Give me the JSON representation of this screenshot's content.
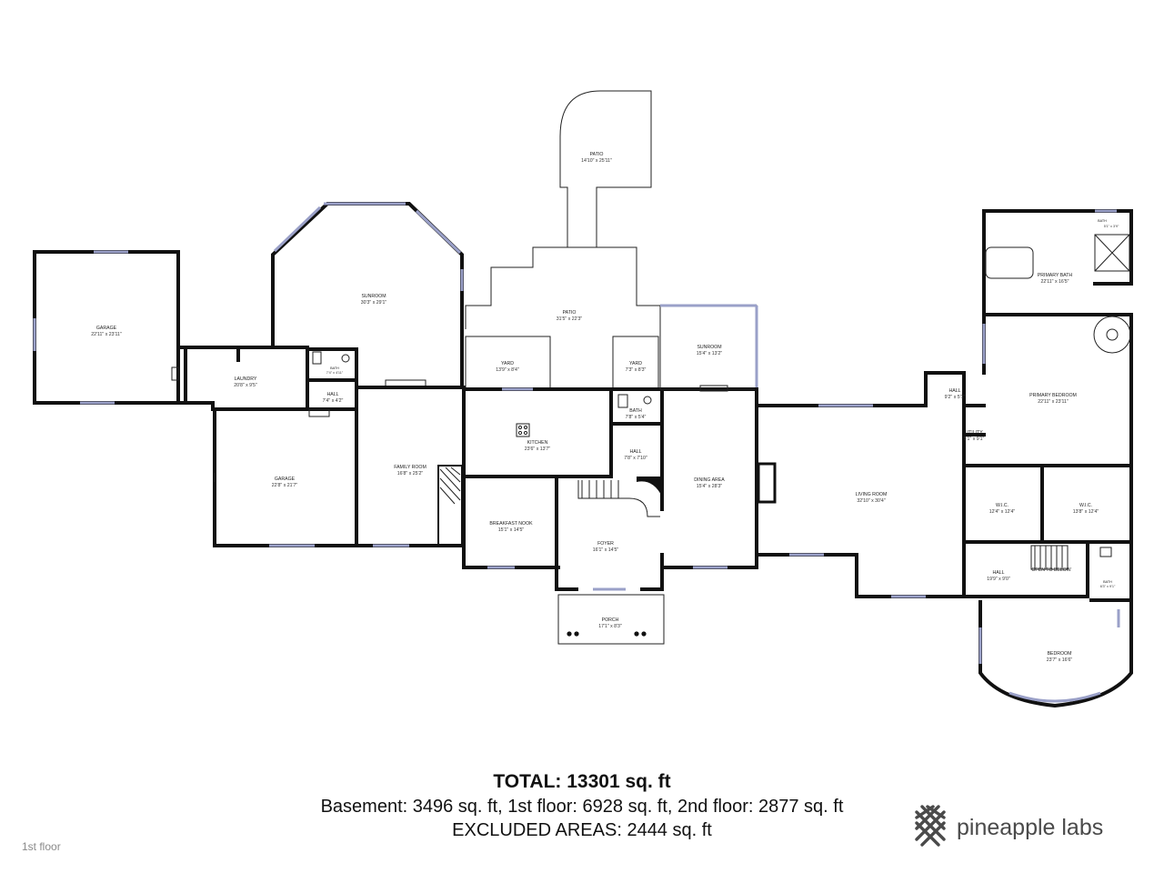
{
  "floor_label": "1st floor",
  "totals": {
    "total": "TOTAL: 13301 sq. ft",
    "breakdown": "Basement: 3496 sq. ft, 1st floor: 6928 sq. ft, 2nd floor: 2877 sq. ft",
    "excluded": "EXCLUDED AREAS: 2444 sq. ft"
  },
  "brand": {
    "name": "pineapple labs",
    "icon": "pineapple-lattice-icon",
    "color": "#4a4a4a"
  },
  "colors": {
    "walls": "#111111",
    "windows": "#9aa0c8",
    "background": "#ffffff"
  },
  "rooms": {
    "patio_top": {
      "name": "PATIO",
      "dim": "14'10\" x 25'11\""
    },
    "patio_main": {
      "name": "PATIO",
      "dim": "31'5\" x 22'3\""
    },
    "yard_left": {
      "name": "YARD",
      "dim": "13'9\" x 8'4\""
    },
    "yard_right": {
      "name": "YARD",
      "dim": "7'3\" x 8'3\""
    },
    "sunroom_left": {
      "name": "SUNROOM",
      "dim": "30'3\" x 29'1\""
    },
    "sunroom_right": {
      "name": "SUNROOM",
      "dim": "15'4\" x 13'2\""
    },
    "garage_left": {
      "name": "GARAGE",
      "dim": "22'11\" x 23'11\""
    },
    "garage_mid": {
      "name": "GARAGE",
      "dim": "22'8\" x 21'7\""
    },
    "laundry": {
      "name": "LAUNDRY",
      "dim": "20'8\" x 9'5\""
    },
    "bath_small": {
      "name": "BATH",
      "dim": "7'4\" x 4'11\""
    },
    "hall_small": {
      "name": "HALL",
      "dim": "7'4\" x 4'2\""
    },
    "family_room": {
      "name": "FAMILY ROOM",
      "dim": "16'8\" x 25'2\""
    },
    "kitchen": {
      "name": "KITCHEN",
      "dim": "23'6\" x 13'7\""
    },
    "bath_center": {
      "name": "BATH",
      "dim": "7'8\" x 5'4\""
    },
    "hall_center": {
      "name": "HALL",
      "dim": "7'8\" x 7'10\""
    },
    "breakfast_nook": {
      "name": "BREAKFAST NOOK",
      "dim": "15'1\" x 14'5\""
    },
    "foyer": {
      "name": "FOYER",
      "dim": "16'1\" x 14'5\""
    },
    "porch": {
      "name": "PORCH",
      "dim": "17'1\" x 8'3\""
    },
    "dining_area": {
      "name": "DINING AREA",
      "dim": "15'4\" x 28'3\""
    },
    "living_room": {
      "name": "LIVING ROOM",
      "dim": "32'10\" x 30'4\""
    },
    "hall_right_top": {
      "name": "HALL",
      "dim": "9'2\" x 5'1\""
    },
    "utility": {
      "name": "UTILITY",
      "dim": "5'1\" x 9'1\""
    },
    "primary_bath": {
      "name": "PRIMARY BATH",
      "dim": "22'11\" x 16'5\""
    },
    "bath_tiny": {
      "name": "BATH",
      "dim": "5'1\" x 3'9\""
    },
    "primary_bedroom": {
      "name": "PRIMARY BEDROOM",
      "dim": "22'11\" x 23'11\""
    },
    "wic_left": {
      "name": "W.I.C.",
      "dim": "12'4\" x 12'4\""
    },
    "wic_right": {
      "name": "W.I.C.",
      "dim": "13'8\" x 12'4\""
    },
    "hall_right_bottom": {
      "name": "HALL",
      "dim": "19'9\" x 9'0\""
    },
    "open_to_below": {
      "name": "OPEN TO BELOW"
    },
    "bath_right": {
      "name": "BATH",
      "dim": "6'3\" x 9'1\""
    },
    "bedroom": {
      "name": "BEDROOM",
      "dim": "23'7\" x 16'6\""
    }
  }
}
